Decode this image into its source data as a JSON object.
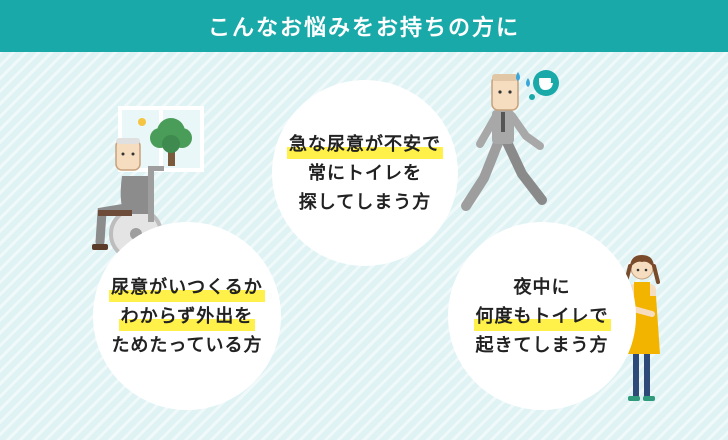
{
  "header": {
    "title": "こんなお悩みをお持ちの方に"
  },
  "bubbles": {
    "center": {
      "lines": [
        "急な尿意が不安で",
        "常にトイレを",
        "探してしまう方"
      ]
    },
    "left": {
      "lines": [
        "尿意がいつくるか",
        "わからず外出を",
        "ためたっている方"
      ]
    },
    "right": {
      "lines": [
        "夜中に",
        "何度もトイレで",
        "起きてしまう方"
      ]
    }
  },
  "colors": {
    "header_bg": "#1aa9a9",
    "background": "#dff2f4",
    "highlight": "#fff04a",
    "apron": "#f3b400"
  },
  "icons": [
    "elderly-wheelchair-illustration",
    "tree-window-icon",
    "walking-man-illustration",
    "sweat-icon",
    "toilet-icon",
    "woman-apron-illustration"
  ]
}
